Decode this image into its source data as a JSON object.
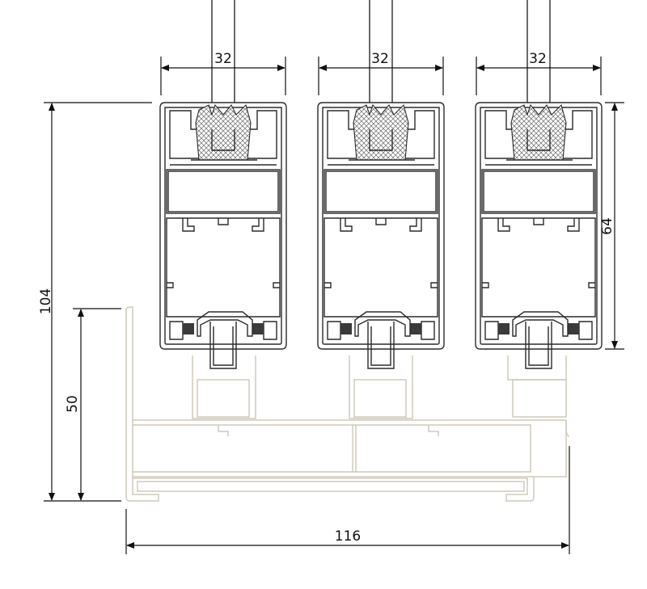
{
  "colors": {
    "line": "#2b2b2b",
    "frame_outline": "#cfcabb",
    "background": "#ffffff"
  },
  "dimensions": {
    "glass_thickness": "32",
    "glass_thickness_2": "32",
    "glass_thickness_3": "32",
    "total_height": "104",
    "frame_height": "50",
    "sash_height": "64",
    "total_width": "116"
  }
}
